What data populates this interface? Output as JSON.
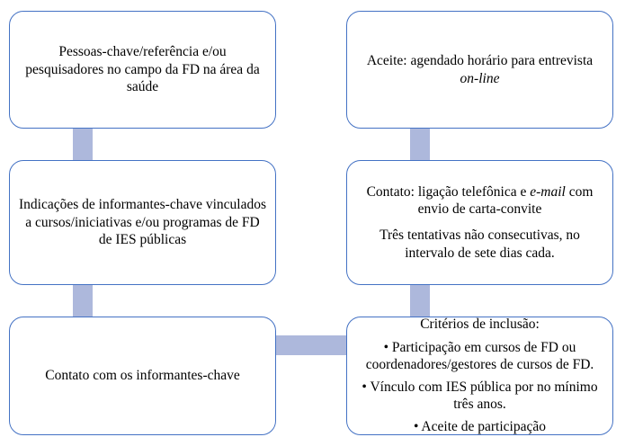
{
  "colors": {
    "border": "#4472c4",
    "connector": "#adb8dc",
    "text": "#000000",
    "background": "#ffffff"
  },
  "boxes": {
    "top_left": {
      "text": "Pessoas-chave/referência e/ou pesquisadores no campo da FD na área da saúde"
    },
    "mid_left": {
      "text": "Indicações de informantes-chave vinculados a cursos/iniciativas e/ou programas de FD de IES públicas"
    },
    "bottom_left": {
      "text": "Contato com os informantes-chave"
    },
    "top_right": {
      "text_start": "Aceite: agendado horário para entrevista ",
      "text_italic": "on-line"
    },
    "mid_right": {
      "p1_start": "Contato: ligação telefônica e ",
      "p1_italic": "e-mail",
      "p1_end": " com envio de carta-convite",
      "p2": "Três tentativas não consecutivas, no intervalo de sete dias cada."
    },
    "bottom_right": {
      "title": "Critérios de inclusão:",
      "bullets": [
        "• Participação em cursos de FD ou coordenadores/gestores de cursos de FD.",
        "• Vínculo com IES pública por no mínimo três anos.",
        "• Aceite de participação"
      ]
    }
  }
}
